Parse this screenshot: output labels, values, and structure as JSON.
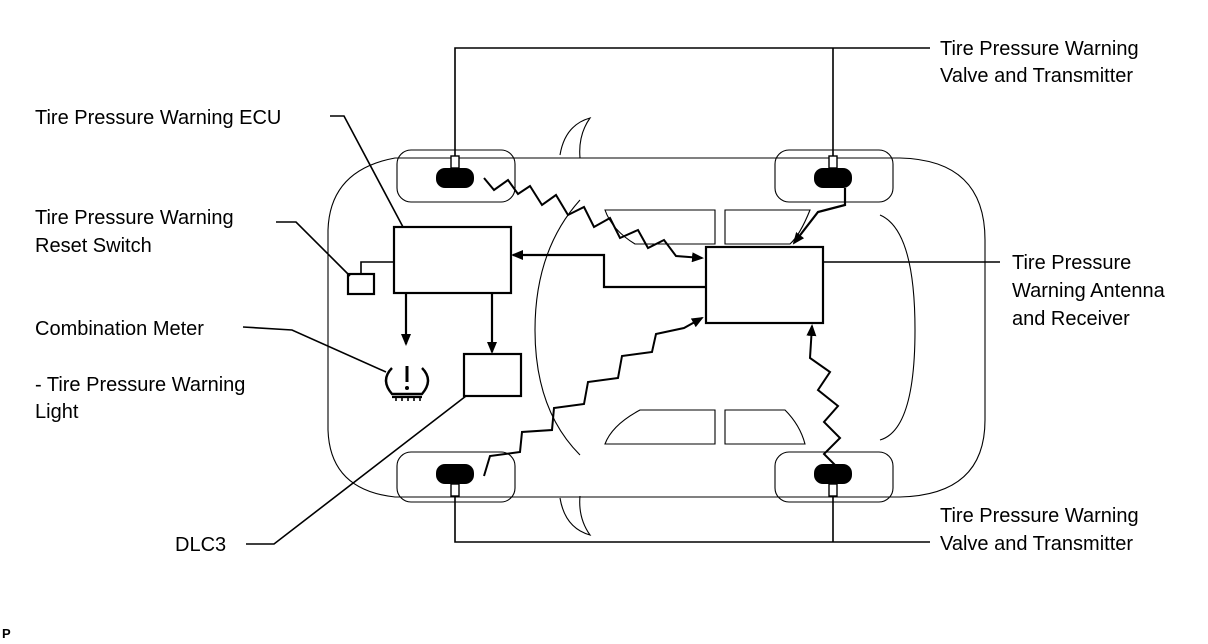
{
  "labels": {
    "valve_top_line1": "Tire Pressure Warning",
    "valve_top_line2": "Valve and Transmitter",
    "ecu": "Tire Pressure Warning ECU",
    "reset_switch_line1": "Tire Pressure Warning",
    "reset_switch_line2": "Reset Switch",
    "combination_meter": "Combination Meter",
    "warning_light_line1": "- Tire Pressure Warning",
    "warning_light_line2": "Light",
    "receiver_line1": "Tire Pressure",
    "receiver_line2": "Warning Antenna",
    "receiver_line3": "and Receiver",
    "dlc3": "DLC3",
    "valve_bottom_line1": "Tire Pressure Warning",
    "valve_bottom_line2": "Valve and Transmitter",
    "figure_code": "P"
  },
  "icons": {
    "warning_light": "tire-pressure-warning-light-icon"
  },
  "colors": {
    "line": "#000000",
    "background": "#ffffff"
  }
}
